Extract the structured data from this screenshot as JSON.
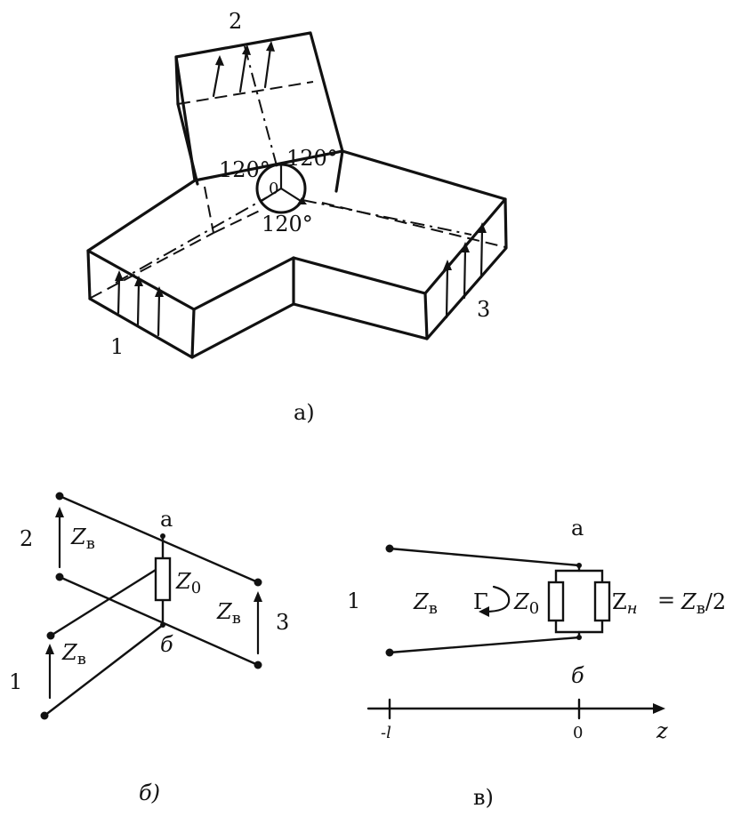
{
  "figure": {
    "panel_a": {
      "caption": "а)",
      "port_labels": {
        "port1": "1",
        "port2": "2",
        "port3": "3"
      },
      "angles": {
        "top_left": "120°",
        "top_right": "120°",
        "bottom": "120°"
      },
      "center_label": "0"
    },
    "panel_b": {
      "caption": "б)",
      "port_labels": {
        "port1": "1",
        "port2": "2",
        "port3": "3"
      },
      "impedance_port1": "Z",
      "impedance_port2": "Z",
      "impedance_port3": "Z",
      "impedance_subscript": "в",
      "center_impedance": "Z",
      "center_impedance_subscript": "0",
      "node_top": "а",
      "node_bottom": "б"
    },
    "panel_c": {
      "caption": "в)",
      "port_label": "1",
      "line_impedance": "Z",
      "line_impedance_subscript": "в",
      "reflection": "Γ",
      "shunt_impedance": "Z",
      "shunt_impedance_subscript": "0",
      "load_impedance": "Z",
      "load_impedance_subscript": "н",
      "equals": "=",
      "load_value": "Z",
      "load_value_subscript": "в",
      "load_value_suffix": "/2",
      "node_top": "а",
      "node_bottom": "б",
      "axis_label": "z",
      "tick_left": "-l",
      "tick_zero": "0"
    }
  }
}
